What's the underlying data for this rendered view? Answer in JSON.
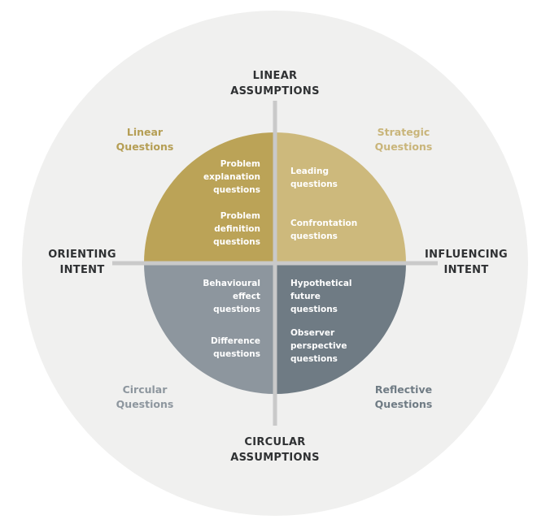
{
  "axes": {
    "top": [
      "LINEAR",
      "ASSUMPTIONS"
    ],
    "bottom": [
      "CIRCULAR",
      "ASSUMPTIONS"
    ],
    "left": [
      "ORIENTING",
      "INTENT"
    ],
    "right": [
      "INFLUENCING",
      "INTENT"
    ]
  },
  "quadrant_titles": {
    "top_left": [
      "Linear",
      "Questions"
    ],
    "top_right": [
      "Strategic",
      "Questions"
    ],
    "bottom_left": [
      "Circular",
      "Questions"
    ],
    "bottom_right": [
      "Reflective",
      "Questions"
    ]
  },
  "quadrant_items": {
    "top_left": [
      [
        "Problem",
        "explanation",
        "questions"
      ],
      [
        "Problem",
        "definition",
        "questions"
      ]
    ],
    "top_right": [
      [
        "Leading",
        "questions"
      ],
      [
        "Confrontation",
        "questions"
      ]
    ],
    "bottom_left": [
      [
        "Behavioural",
        "effect",
        "questions"
      ],
      [
        "Difference",
        "questions"
      ]
    ],
    "bottom_right": [
      [
        "Hypothetical",
        "future",
        "questions"
      ],
      [
        "Observer",
        "perspective",
        "questions"
      ]
    ]
  },
  "colors": {
    "outer_circle": "#f0f0ef",
    "top_left": "#bba357",
    "top_right": "#cdb97c",
    "bottom_left": "#8d969e",
    "bottom_right": "#6f7b84",
    "axis_line": "#c9c9c9",
    "axis_text": "#2f3133",
    "title_linear": "#b59e54",
    "title_strategic": "#c9b57a",
    "title_circular": "#8d969e",
    "title_reflective": "#6f7b84"
  }
}
